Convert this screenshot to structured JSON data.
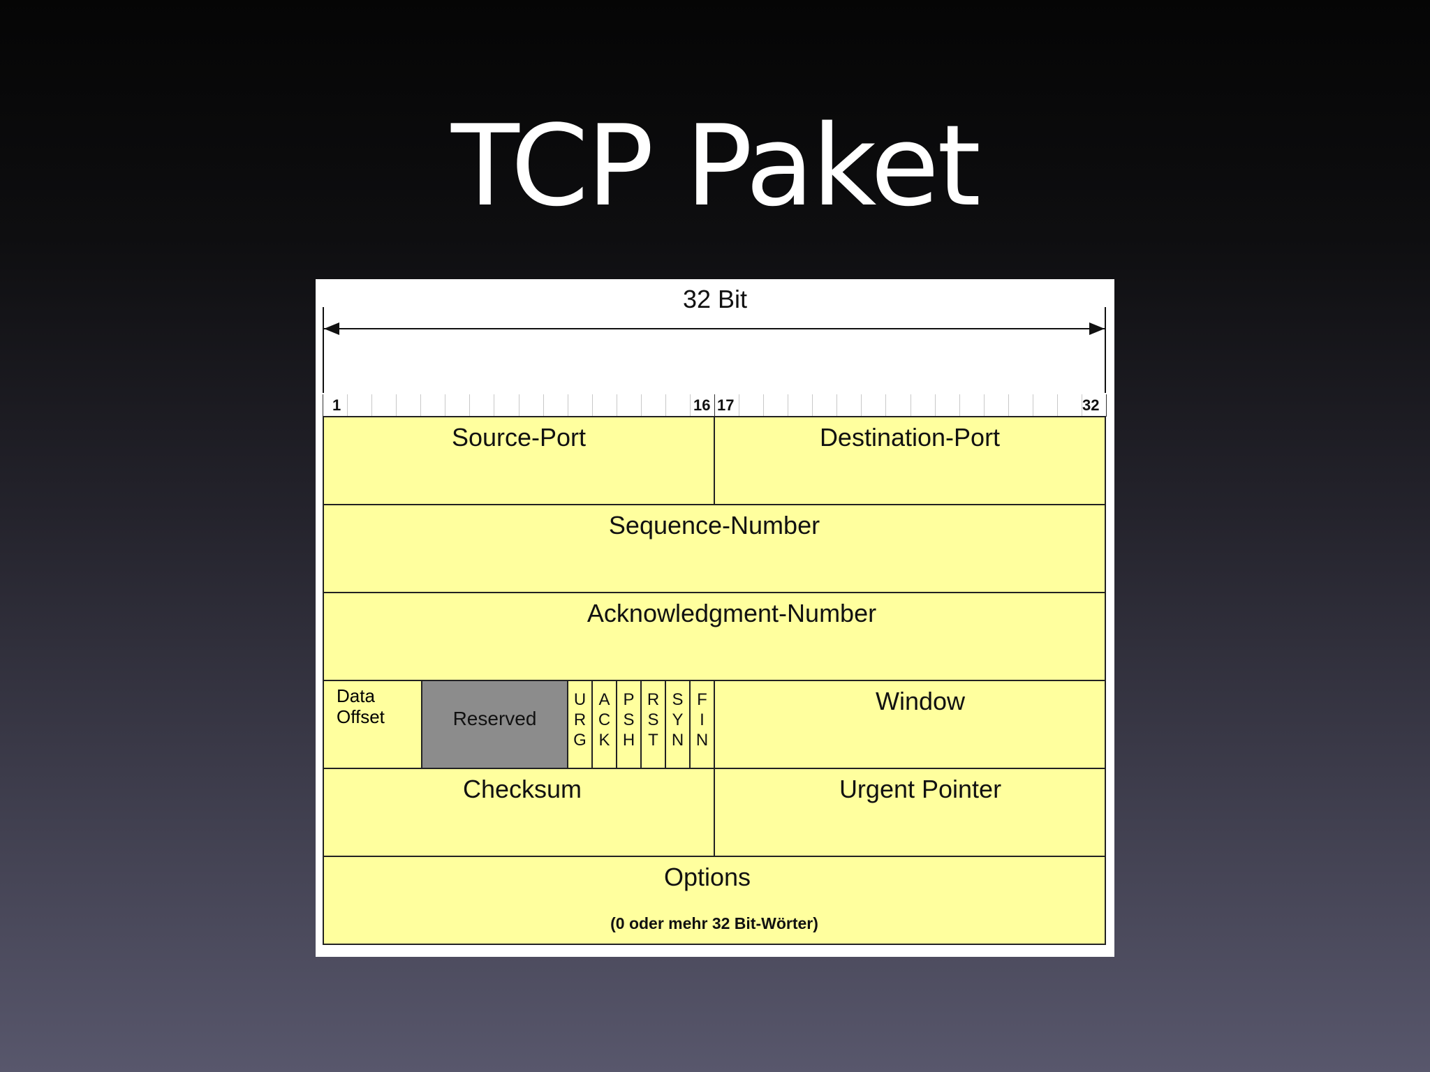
{
  "slide": {
    "title": "TCP Paket"
  },
  "ruler": {
    "label": "32 Bit",
    "bit_start": "1",
    "bit_16": "16",
    "bit_17": "17",
    "bit_end": "32"
  },
  "rows": {
    "row1": {
      "source_port": "Source-Port",
      "destination_port": "Destination-Port"
    },
    "row2": {
      "sequence_number": "Sequence-Number"
    },
    "row3": {
      "acknowledgment_number": "Acknowledgment-Number"
    },
    "row4": {
      "data_offset_line1": "Data",
      "data_offset_line2": "Offset",
      "reserved": "Reserved",
      "flags": [
        [
          "U",
          "R",
          "G"
        ],
        [
          "A",
          "C",
          "K"
        ],
        [
          "P",
          "S",
          "H"
        ],
        [
          "R",
          "S",
          "T"
        ],
        [
          "S",
          "Y",
          "N"
        ],
        [
          "F",
          "I",
          "N"
        ]
      ],
      "window": "Window"
    },
    "row5": {
      "checksum": "Checksum",
      "urgent_pointer": "Urgent Pointer"
    },
    "row6": {
      "options": "Options",
      "options_note": "(0 oder mehr 32 Bit-Wörter)"
    }
  },
  "colors": {
    "field_fill": "#ffff9e",
    "reserved_fill": "#8c8c8c",
    "border": "#222222"
  }
}
